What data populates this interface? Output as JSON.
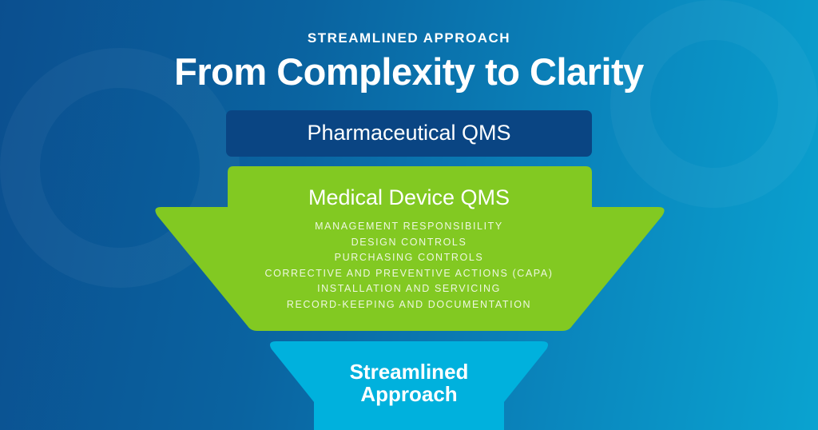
{
  "header": {
    "kicker": "STREAMLINED APPROACH",
    "title": "From Complexity to Clarity"
  },
  "funnel": {
    "top_label": "Pharmaceutical QMS",
    "middle_label": "Medical Device QMS",
    "middle_items": [
      "MANAGEMENT RESPONSIBILITY",
      "DESIGN CONTROLS",
      "PURCHASING CONTROLS",
      "CORRECTIVE AND PREVENTIVE ACTIONS (CAPA)",
      "INSTALLATION AND SERVICING",
      "RECORD-KEEPING AND DOCUMENTATION"
    ],
    "bottom_label_line1": "Streamlined",
    "bottom_label_line2": "Approach"
  },
  "colors": {
    "top_box": "#0a4583",
    "middle_shape": "#82c922",
    "bottom_shape": "#00b1dd"
  }
}
